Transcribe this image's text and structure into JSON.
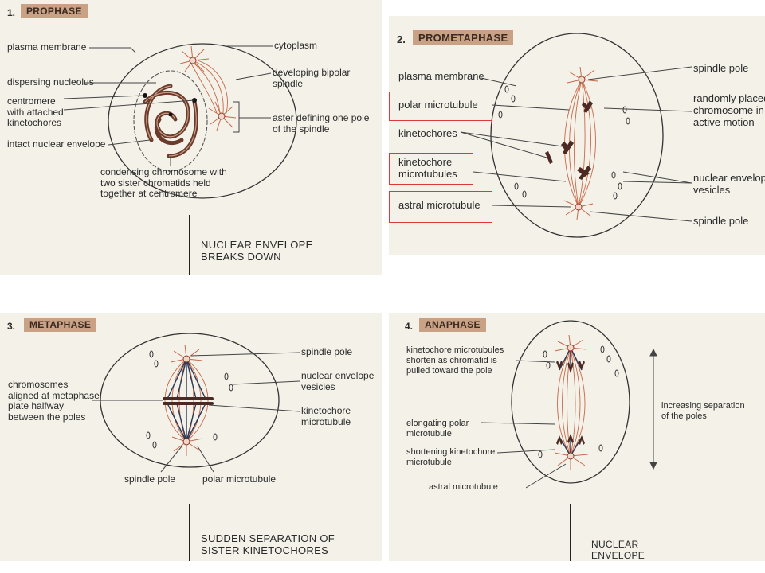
{
  "panels": {
    "prophase": {
      "number": "1.",
      "name": "PROPHASE",
      "labels": {
        "plasma_membrane": "plasma membrane",
        "dispersing_nucleolus": "dispersing nucleolus",
        "centromere": "centromere\nwith attached\nkinetochores",
        "intact_envelope": "intact nuclear envelope",
        "cytoplasm": "cytoplasm",
        "bipolar_spindle": "developing bipolar\nspindle",
        "aster": "aster defining one pole\nof the spindle",
        "condensing": "condensing chromosome with\ntwo sister chromatids held\ntogether at centromere"
      },
      "caption": "NUCLEAR ENVELOPE\nBREAKS DOWN"
    },
    "prometaphase": {
      "number": "2.",
      "name": "PROMETAPHASE",
      "labels": {
        "plasma_membrane": "plasma membrane",
        "polar_microtubule": "polar microtubule",
        "kinetochores": "kinetochores",
        "kinetochore_microtubules": "kinetochore\nmicrotubules",
        "astral_microtubule": "astral microtubule",
        "spindle_pole_top": "spindle pole",
        "randomly_placed": "randomly placed\nchromosome in\nactive motion",
        "nuclear_envelope_vesicles": "nuclear envelope\nvesicles",
        "spindle_pole_bottom": "spindle pole"
      }
    },
    "metaphase": {
      "number": "3.",
      "name": "METAPHASE",
      "labels": {
        "spindle_pole_top": "spindle pole",
        "nuclear_envelope_vesicles": "nuclear envelope\nvesicles",
        "kinetochore_microtubule": "kinetochore\nmicrotubule",
        "chromosomes_aligned": "chromosomes\naligned at metaphase\nplate halfway\nbetween the poles",
        "spindle_pole_bottom": "spindle pole",
        "polar_microtubule": "polar microtubule"
      },
      "caption": "SUDDEN SEPARATION OF\nSISTER KINETOCHORES"
    },
    "anaphase": {
      "number": "4.",
      "name": "ANAPHASE",
      "labels": {
        "kinetochore_shorten": "kinetochore microtubules\nshorten as chromatid is\npulled toward the pole",
        "elongating_polar": "elongating polar\nmicrotubule",
        "shortening_kinetochore": "shortening kinetochore\nmicrotubule",
        "astral_microtubule": "astral microtubule",
        "increasing_separation": "increasing separation\nof the poles"
      },
      "caption": "NUCLEAR\nENVELOPE"
    }
  },
  "colors": {
    "panel_bg": "#f3f1e8",
    "stage_tab": "#c9a184",
    "highlight": "#d83a3a",
    "microtubule": "#c86a4a",
    "chromosome": "#4a2a22"
  }
}
